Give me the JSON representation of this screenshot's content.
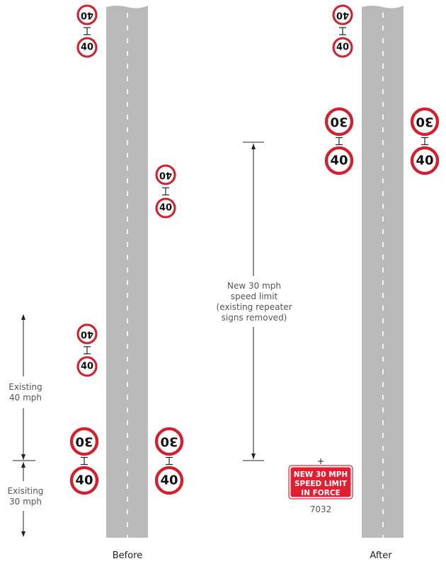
{
  "colors": {
    "road": "#b9b9b9",
    "lane_marking": "#ffffff",
    "sign_ring": "#d4202e",
    "sign_text": "#111111",
    "plate_fill": "#e02030",
    "dimension_line": "#222222",
    "label_text": "#555555"
  },
  "captions": {
    "before": "Before",
    "after": "After"
  },
  "dimensions": {
    "existing_40": [
      "Existing",
      "40 mph"
    ],
    "existing_30": [
      "Exisiting",
      "30 mph"
    ],
    "new_30": [
      "New 30 mph",
      "speed limit",
      "(existing repeater",
      "signs removed)"
    ]
  },
  "plate": {
    "lines": [
      "NEW 30 MPH",
      "SPEED LIMIT",
      "IN FORCE"
    ],
    "code": "7032"
  },
  "signs": {
    "before": [
      {
        "id": "before-left-top-repeater",
        "top": "40",
        "bottom": "40"
      },
      {
        "id": "before-right-repeater",
        "top": "40",
        "bottom": "40"
      },
      {
        "id": "before-left-lower-repeater",
        "top": "40",
        "bottom": "40"
      },
      {
        "id": "before-left-terminal",
        "top": "30",
        "bottom": "40"
      },
      {
        "id": "before-right-terminal",
        "top": "30",
        "bottom": "40"
      }
    ],
    "after": [
      {
        "id": "after-left-top-repeater",
        "top": "40",
        "bottom": "40"
      },
      {
        "id": "after-left-terminal",
        "top": "30",
        "bottom": "40"
      },
      {
        "id": "after-right-terminal",
        "top": "30",
        "bottom": "40"
      }
    ]
  }
}
